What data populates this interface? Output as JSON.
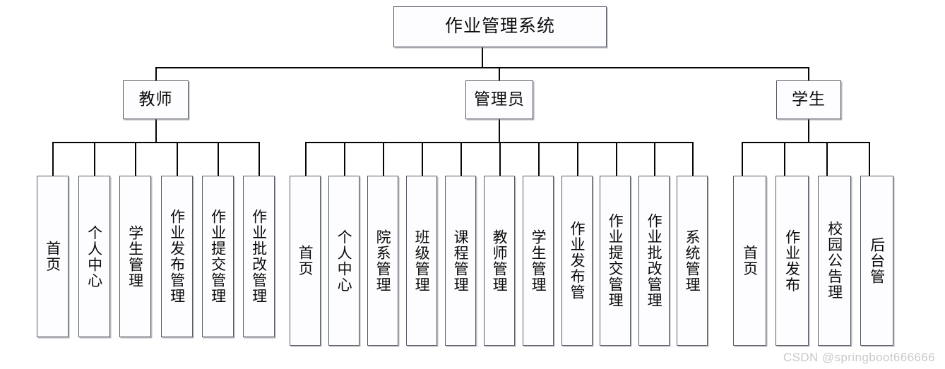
{
  "diagram": {
    "type": "tree",
    "title": "作业管理系统",
    "watermark": "CSDN @springboot666666",
    "colors": {
      "box_border": "#555a63",
      "box_fill": "#fdfdff",
      "connector": "#050505",
      "text": "#0b0b0b",
      "watermark": "#c9c9cc"
    },
    "root": {
      "label": "作业管理系统"
    },
    "roles": [
      {
        "id": "teacher",
        "label": "教师",
        "children": [
          {
            "label": "首页"
          },
          {
            "label": "个人中心"
          },
          {
            "label": "学生管理"
          },
          {
            "label": "作业发布管理"
          },
          {
            "label": "作业提交管理"
          },
          {
            "label": "作业批改管理"
          }
        ]
      },
      {
        "id": "admin",
        "label": "管理员",
        "children": [
          {
            "label": "首页"
          },
          {
            "label": "个人中心"
          },
          {
            "label": "院系管理"
          },
          {
            "label": "班级管理"
          },
          {
            "label": "课程管理"
          },
          {
            "label": "教师管理"
          },
          {
            "label": "学生管理"
          },
          {
            "label": "作业发布管"
          },
          {
            "label": "作业提交管理"
          },
          {
            "label": "作业批改管理"
          },
          {
            "label": "系统管理"
          }
        ]
      },
      {
        "id": "student",
        "label": "学生",
        "children": [
          {
            "label": "首页"
          },
          {
            "label": "作业发布"
          },
          {
            "label": "校园公告理"
          },
          {
            "label": "后台管"
          }
        ]
      }
    ]
  }
}
